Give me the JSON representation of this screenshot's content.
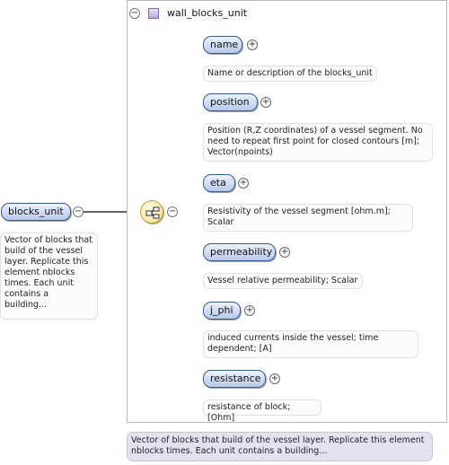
{
  "container": {
    "collapse_symbol": "⊖",
    "title": "wall_blocks_unit"
  },
  "root": {
    "label": "blocks_unit",
    "collapse_symbol": "⊖",
    "description": "Vector of blocks that build of the vessel layer. Replicate this element nblocks times. Each unit contains a building..."
  },
  "sequence": {
    "icon": "sequence-compositor-icon",
    "collapse_symbol": "⊖"
  },
  "children": [
    {
      "label": "name",
      "description": "Name or description of the blocks_unit"
    },
    {
      "label": "position",
      "description": "Position (R,Z coordinates) of a vessel segment. No need to repeat first point for closed contours [m]; Vector(npoints)"
    },
    {
      "label": "eta",
      "description": "Resistivity of the vessel segment [ohm.m]; Scalar"
    },
    {
      "label": "permeability",
      "description": "Vessel relative permeability; Scalar"
    },
    {
      "label": "j_phi",
      "description": "induced currents inside the vessel; time dependent; [A]"
    },
    {
      "label": "resistance",
      "description": "resistance of block; [Ohm]"
    }
  ],
  "expand_symbol": "+",
  "footer": {
    "description": "Vector of blocks that build of the vessel layer. Replicate this element nblocks times. Each unit contains a building..."
  },
  "colors": {
    "node_border": "#3c5a8c",
    "node_fill": "#b7c8ea",
    "wire": "#333333",
    "footer_fill": "#e6e1f1"
  }
}
